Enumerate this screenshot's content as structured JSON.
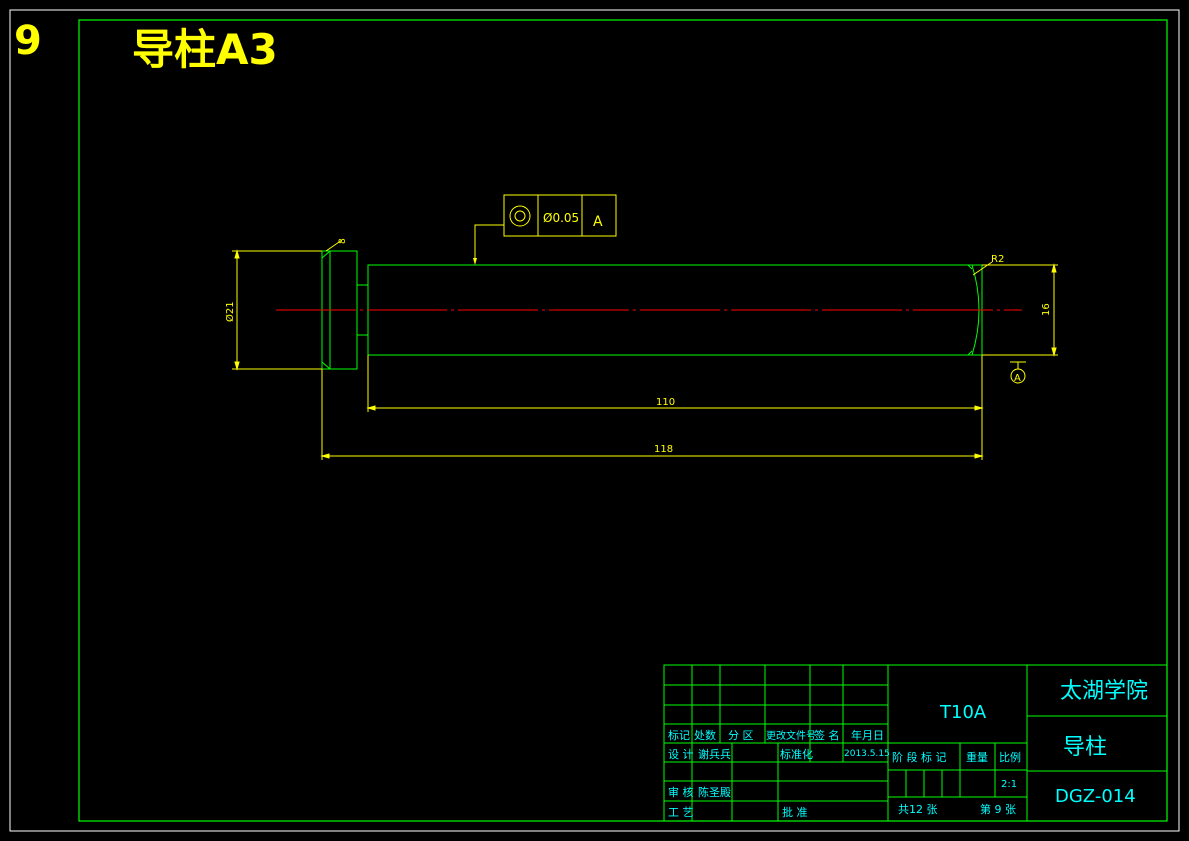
{
  "header": {
    "sheet_number": "9",
    "title": "导柱A3"
  },
  "drawing": {
    "tolerance": {
      "value": "Ø0.05",
      "datum": "A"
    },
    "dims": {
      "left_diameter": "Ø21",
      "chamfer": "8",
      "radius": "R2",
      "right_height": "16",
      "length_110": "110",
      "length_118": "118"
    },
    "datum_label": "A"
  },
  "title_block": {
    "material": "T10A",
    "school": "太湖学院",
    "part_name": "导柱",
    "drawing_no": "DGZ-014",
    "rev_headers": [
      "标记",
      "处数",
      "分 区",
      "更改文件号",
      "签 名",
      "年月日"
    ],
    "design_label": "设 计",
    "designer": "谢兵兵",
    "standard_label": "标准化",
    "date": "2013.5.15",
    "stage_label": "阶 段 标 记",
    "weight_label": "重量",
    "scale_label": "比例",
    "scale": "2:1",
    "review_label": "审 核",
    "reviewer": "陈圣殿",
    "process_label": "工 艺",
    "approve_label": "批 准",
    "total_sheets": "共12 张",
    "sheet_no": "第 9 张"
  }
}
